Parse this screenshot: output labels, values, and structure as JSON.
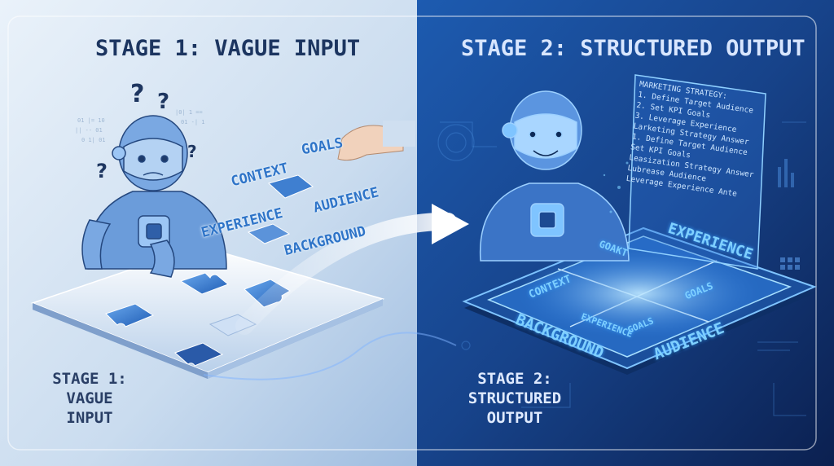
{
  "panels": {
    "left": {
      "title": "STAGE 1: VAGUE INPUT",
      "caption": "STAGE 1: VAGUE INPUT",
      "question_mark": "?",
      "floating_labels": {
        "context": "CONTEXT",
        "goals": "GOALS",
        "audience": "AUDIENCE",
        "experience": "EXPERIENCE",
        "background": "BACKGROUND"
      }
    },
    "right": {
      "title": "STAGE 2: STRUCTURED OUTPUT",
      "caption": "STAGE 2: STRUCTURED OUTPUT",
      "board_labels": {
        "experience": "EXPERIENCE",
        "goakt": "GOAKT",
        "context": "CONTEXT",
        "goals": "GOALS",
        "experience_inner": "EXPERIENCE",
        "goals_inner": "GOALS",
        "background": "BACKGROUND",
        "audience": "AUDIENCE"
      },
      "strategy_note": [
        "MARKETING STRATEGY:",
        "1. Define Target Audience",
        "2. Set KPI Goals",
        "3. Leverage Experience",
        "Larketing Strategy Answer",
        "1. Define Target Audience",
        "Set KPI Goals",
        "Leasization Strategy Answer",
        "Lubrease Audience",
        "Leverage Experience Ante"
      ]
    }
  },
  "colors": {
    "left_bg": "#dbe8f5",
    "right_bg": "#143a78",
    "accent": "#3a8fff",
    "glow": "#7fd0ff"
  }
}
